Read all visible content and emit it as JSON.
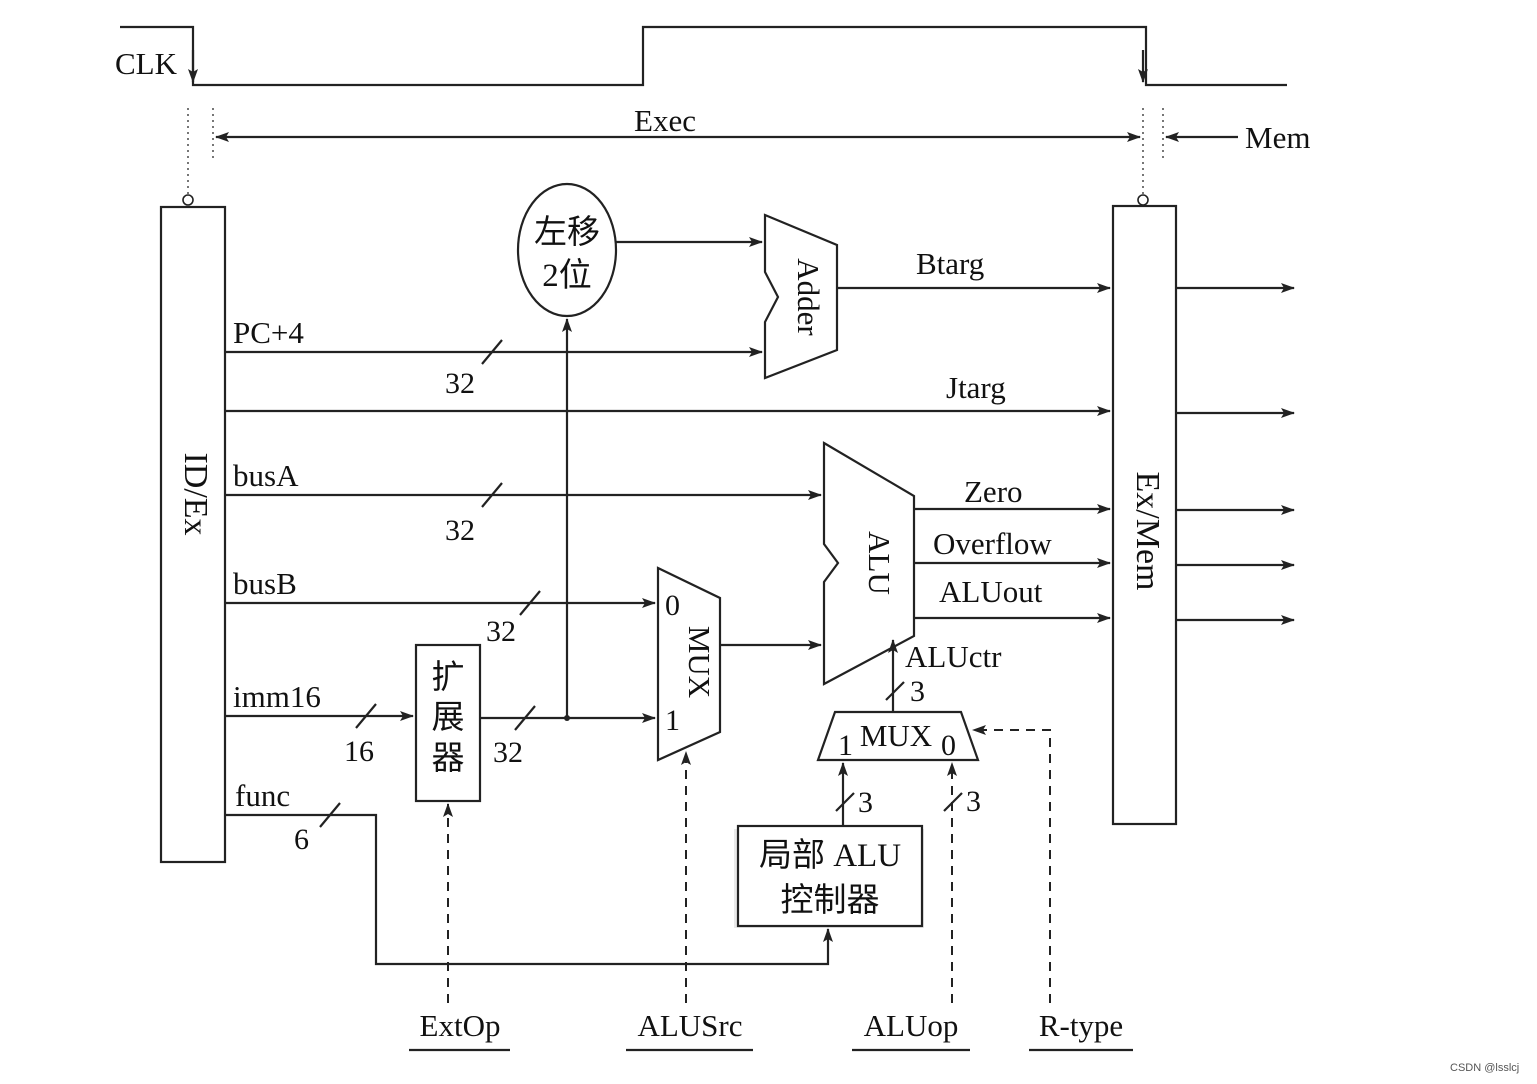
{
  "clock": {
    "label": "CLK"
  },
  "phases": {
    "exec": "Exec",
    "mem": "Mem"
  },
  "registers": {
    "id_ex": "ID/Ex",
    "ex_mem": "Ex/Mem"
  },
  "units": {
    "shift": [
      "左移",
      "2位"
    ],
    "adder": "Adder",
    "alu": "ALU",
    "mux_alusrc": "MUX",
    "mux_aluctr": "MUX",
    "extender": [
      "扩",
      "展",
      "器"
    ],
    "local_alu_ctrl": [
      "局部 ALU",
      "控制器"
    ]
  },
  "mux_inputs": {
    "alusrc_in0": "0",
    "alusrc_in1": "1",
    "aluctr_in1": "1",
    "aluctr_in0": "0"
  },
  "signals": {
    "pc4": "PC+4",
    "busA": "busA",
    "busB": "busB",
    "imm16": "imm16",
    "func": "func",
    "btarg": "Btarg",
    "jtarg": "Jtarg",
    "zero": "Zero",
    "overflow": "Overflow",
    "aluout": "ALUout",
    "aluctr": "ALUctr"
  },
  "widths": {
    "pc4": "32",
    "busA": "32",
    "busB": "32",
    "imm16": "16",
    "ext_out": "32",
    "func": "6",
    "aluctr": "3",
    "local_out": "3",
    "aluop_bus": "3"
  },
  "controls": [
    "ExtOp",
    "ALUSrc",
    "ALUop",
    "R-type"
  ],
  "watermark": "CSDN @lsslcj"
}
